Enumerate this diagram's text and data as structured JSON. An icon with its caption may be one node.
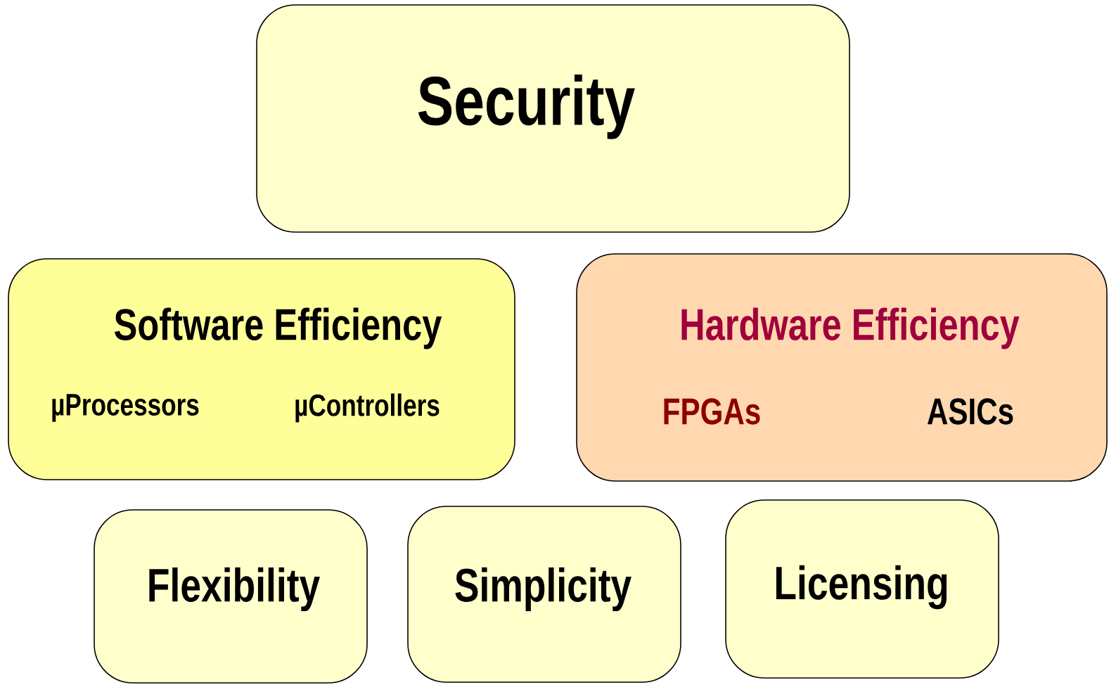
{
  "diagram": {
    "nodes": [
      {
        "text": [
          "Security"
        ]
      },
      {
        "text": [
          "Software  Efficiency",
          "µProcessors",
          "µControllers"
        ]
      },
      {
        "text": [
          "Hardware Efficiency",
          "FPGAs",
          "ASICs"
        ]
      },
      {
        "text": [
          "Flexibility"
        ]
      },
      {
        "text": [
          "Simplicity"
        ]
      },
      {
        "text": [
          "Licensing"
        ]
      }
    ],
    "edges": []
  }
}
